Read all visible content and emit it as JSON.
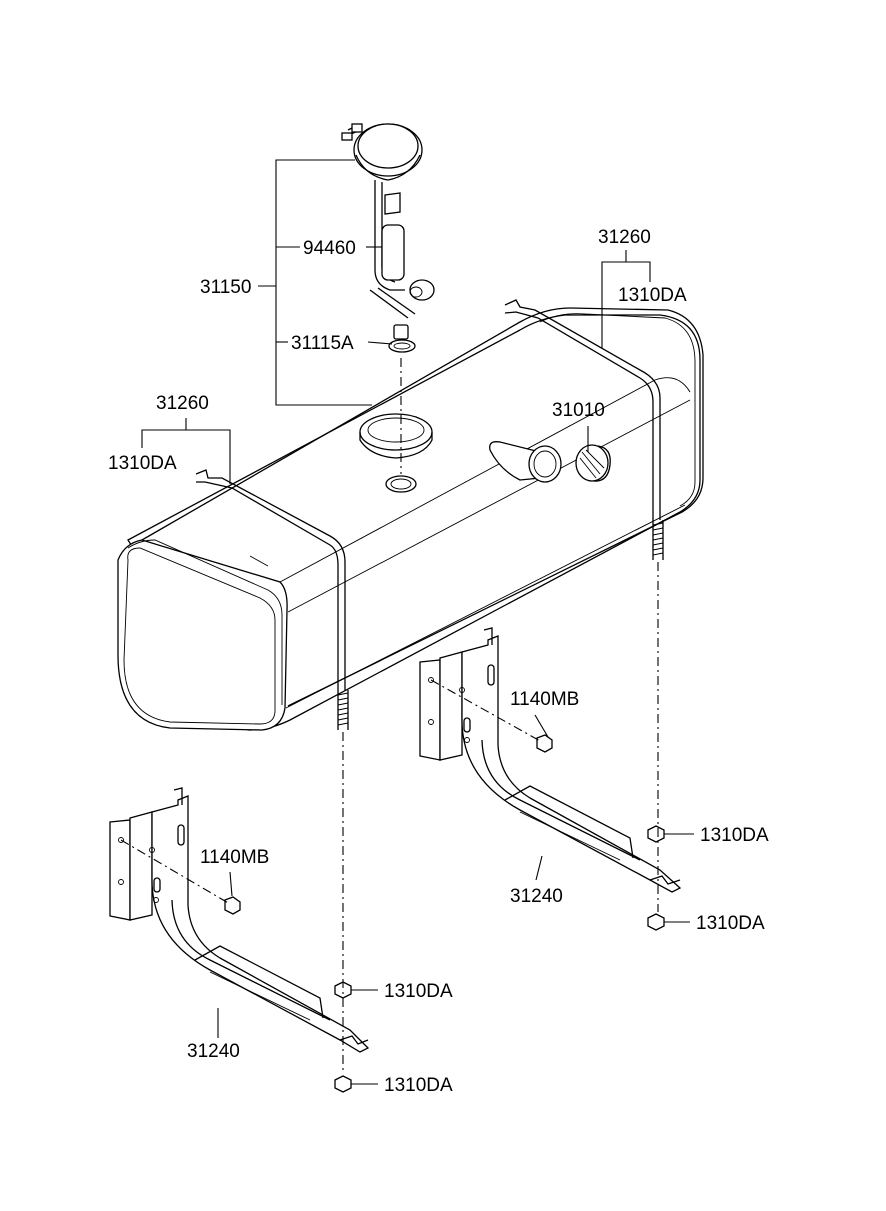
{
  "labels": {
    "p31150": "31150",
    "p94460": "94460",
    "p31115A": "31115A",
    "p31260_top": "31260",
    "p1310DA_top": "1310DA",
    "p31260_left": "31260",
    "p1310DA_left": "1310DA",
    "p31010": "31010",
    "p1140MB_right": "1140MB",
    "p1310DA_right_upper": "1310DA",
    "p31240_right": "31240",
    "p1310DA_right_lower": "1310DA",
    "p1140MB_left": "1140MB",
    "p1310DA_left_upper": "1310DA",
    "p31240_left": "31240",
    "p1310DA_left_lower": "1310DA"
  },
  "parts": [
    {
      "name": "fuel-sender-assembly",
      "number": "31150"
    },
    {
      "name": "fuel-pump-sender",
      "number": "94460"
    },
    {
      "name": "sender-gasket",
      "number": "31115A"
    },
    {
      "name": "fuel-tank",
      "number": "31010"
    },
    {
      "name": "tank-strap",
      "number": "31260"
    },
    {
      "name": "strap-bracket",
      "number": "31240"
    },
    {
      "name": "bolt",
      "number": "1140MB"
    },
    {
      "name": "nut",
      "number": "1310DA"
    }
  ]
}
